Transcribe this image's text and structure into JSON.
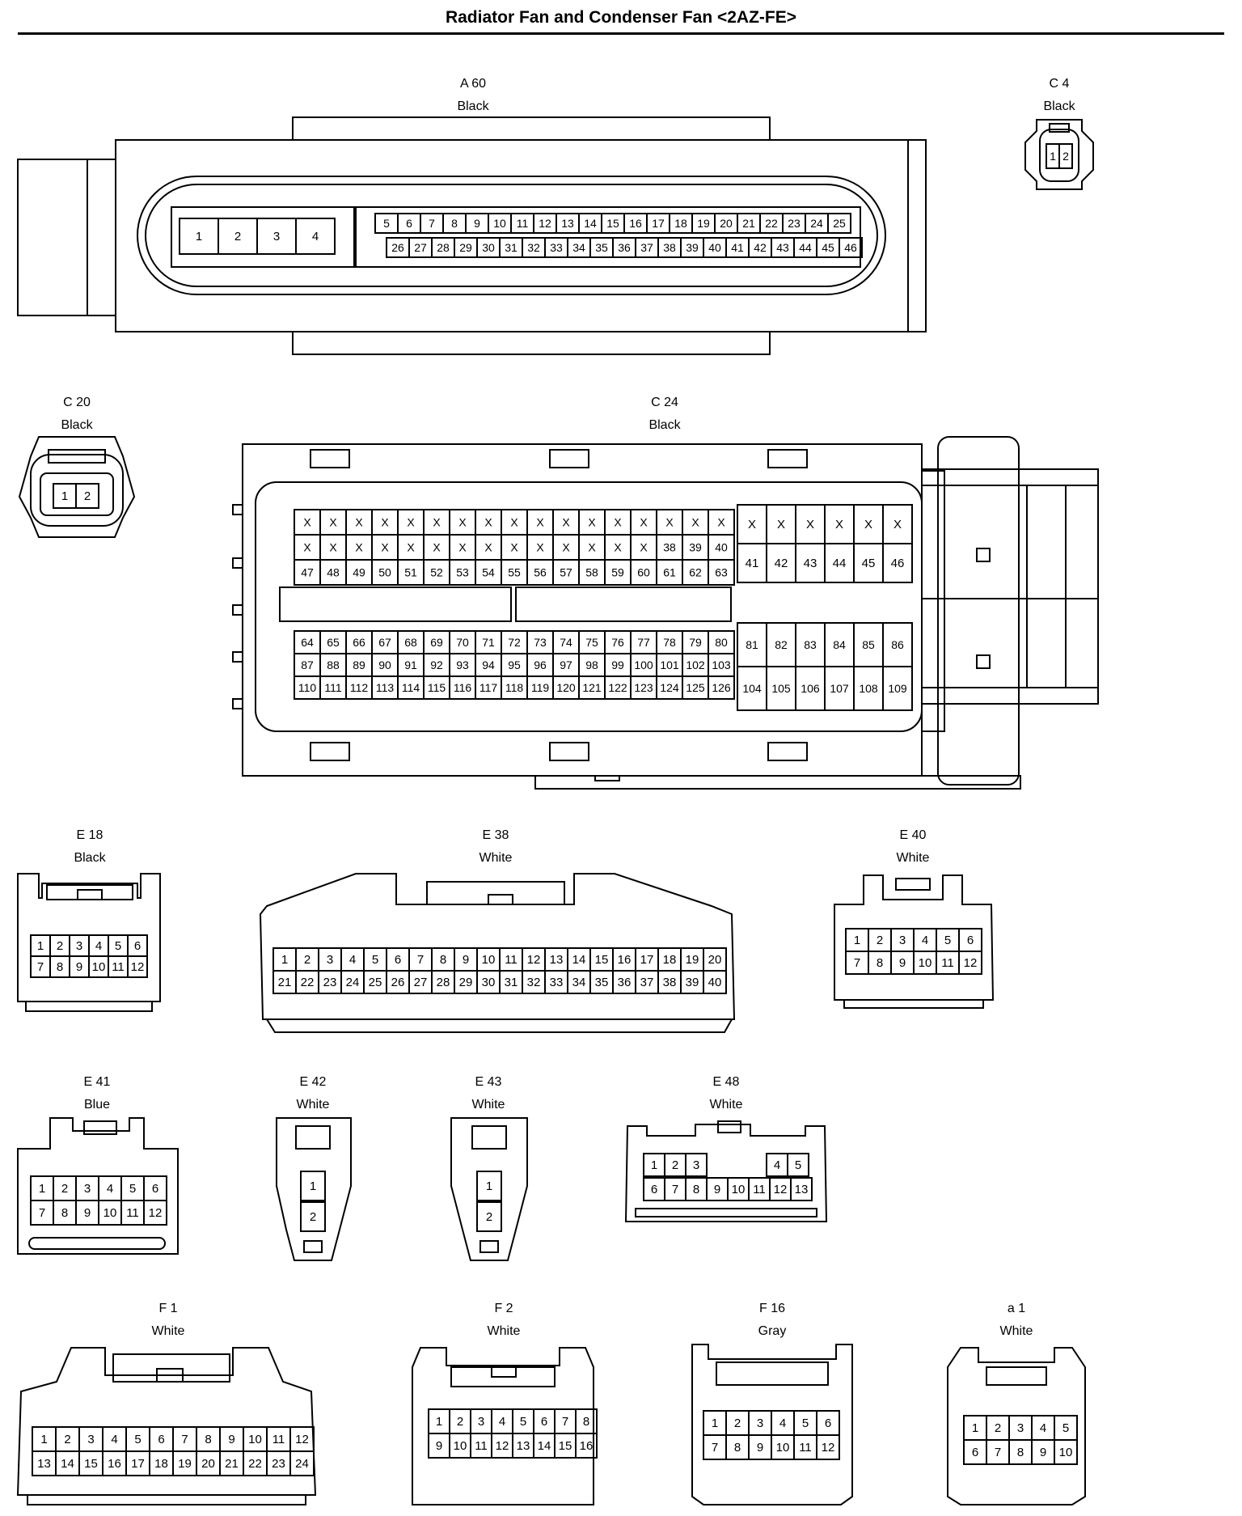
{
  "title": "Radiator Fan and Condenser Fan <2AZ-FE>",
  "connectors": {
    "A60": {
      "code": "A 60",
      "color": "Black",
      "pins_left": [
        "1",
        "2",
        "3",
        "4"
      ],
      "pins_row1": [
        "5",
        "6",
        "7",
        "8",
        "9",
        "10",
        "11",
        "12",
        "13",
        "14",
        "15",
        "16",
        "17",
        "18",
        "19",
        "20",
        "21",
        "22",
        "23",
        "24",
        "25"
      ],
      "pins_row2": [
        "26",
        "27",
        "28",
        "29",
        "30",
        "31",
        "32",
        "33",
        "34",
        "35",
        "36",
        "37",
        "38",
        "39",
        "40",
        "41",
        "42",
        "43",
        "44",
        "45",
        "46"
      ]
    },
    "C4": {
      "code": "C 4",
      "color": "Black",
      "pins": [
        "1",
        "2"
      ]
    },
    "C20": {
      "code": "C 20",
      "color": "Black",
      "pins": [
        "1",
        "2"
      ]
    },
    "C24": {
      "code": "C 24",
      "color": "Black",
      "left_top": [
        [
          "X",
          "X",
          "X",
          "X",
          "X",
          "X",
          "X",
          "X",
          "X",
          "X",
          "X",
          "X",
          "X",
          "X",
          "X",
          "X",
          "X"
        ],
        [
          "X",
          "X",
          "X",
          "X",
          "X",
          "X",
          "X",
          "X",
          "X",
          "X",
          "X",
          "X",
          "X",
          "X",
          "38",
          "39",
          "40"
        ],
        [
          "47",
          "48",
          "49",
          "50",
          "51",
          "52",
          "53",
          "54",
          "55",
          "56",
          "57",
          "58",
          "59",
          "60",
          "61",
          "62",
          "63"
        ]
      ],
      "left_bottom": [
        [
          "64",
          "65",
          "66",
          "67",
          "68",
          "69",
          "70",
          "71",
          "72",
          "73",
          "74",
          "75",
          "76",
          "77",
          "78",
          "79",
          "80"
        ],
        [
          "87",
          "88",
          "89",
          "90",
          "91",
          "92",
          "93",
          "94",
          "95",
          "96",
          "97",
          "98",
          "99",
          "100",
          "101",
          "102",
          "103"
        ],
        [
          "110",
          "111",
          "112",
          "113",
          "114",
          "115",
          "116",
          "117",
          "118",
          "119",
          "120",
          "121",
          "122",
          "123",
          "124",
          "125",
          "126"
        ]
      ],
      "right_top": [
        [
          "X",
          "X",
          "X",
          "X",
          "X",
          "X"
        ],
        [
          "41",
          "42",
          "43",
          "44",
          "45",
          "46"
        ]
      ],
      "right_bottom": [
        [
          "81",
          "82",
          "83",
          "84",
          "85",
          "86"
        ],
        [
          "104",
          "105",
          "106",
          "107",
          "108",
          "109"
        ]
      ]
    },
    "E18": {
      "code": "E 18",
      "color": "Black",
      "rows": [
        [
          "1",
          "2",
          "3",
          "4",
          "5",
          "6"
        ],
        [
          "7",
          "8",
          "9",
          "10",
          "11",
          "12"
        ]
      ]
    },
    "E38": {
      "code": "E 38",
      "color": "White",
      "rows": [
        [
          "1",
          "2",
          "3",
          "4",
          "5",
          "6",
          "7",
          "8",
          "9",
          "10",
          "11",
          "12",
          "13",
          "14",
          "15",
          "16",
          "17",
          "18",
          "19",
          "20"
        ],
        [
          "21",
          "22",
          "23",
          "24",
          "25",
          "26",
          "27",
          "28",
          "29",
          "30",
          "31",
          "32",
          "33",
          "34",
          "35",
          "36",
          "37",
          "38",
          "39",
          "40"
        ]
      ]
    },
    "E40": {
      "code": "E 40",
      "color": "White",
      "rows": [
        [
          "1",
          "2",
          "3",
          "4",
          "5",
          "6"
        ],
        [
          "7",
          "8",
          "9",
          "10",
          "11",
          "12"
        ]
      ]
    },
    "E41": {
      "code": "E 41",
      "color": "Blue",
      "rows": [
        [
          "1",
          "2",
          "3",
          "4",
          "5",
          "6"
        ],
        [
          "7",
          "8",
          "9",
          "10",
          "11",
          "12"
        ]
      ]
    },
    "E42": {
      "code": "E 42",
      "color": "White",
      "pins": [
        "1",
        "2"
      ]
    },
    "E43": {
      "code": "E 43",
      "color": "White",
      "pins": [
        "1",
        "2"
      ]
    },
    "E48": {
      "code": "E 48",
      "color": "White",
      "row1_left": [
        "1",
        "2",
        "3"
      ],
      "row1_right": [
        "4",
        "5"
      ],
      "row2": [
        "6",
        "7",
        "8",
        "9",
        "10",
        "11",
        "12",
        "13"
      ]
    },
    "F1": {
      "code": "F 1",
      "color": "White",
      "rows": [
        [
          "1",
          "2",
          "3",
          "4",
          "5",
          "6",
          "7",
          "8",
          "9",
          "10",
          "11",
          "12"
        ],
        [
          "13",
          "14",
          "15",
          "16",
          "17",
          "18",
          "19",
          "20",
          "21",
          "22",
          "23",
          "24"
        ]
      ]
    },
    "F2": {
      "code": "F 2",
      "color": "White",
      "rows": [
        [
          "1",
          "2",
          "3",
          "4",
          "5",
          "6",
          "7",
          "8"
        ],
        [
          "9",
          "10",
          "11",
          "12",
          "13",
          "14",
          "15",
          "16"
        ]
      ]
    },
    "F16": {
      "code": "F 16",
      "color": "Gray",
      "rows": [
        [
          "1",
          "2",
          "3",
          "4",
          "5",
          "6"
        ],
        [
          "7",
          "8",
          "9",
          "10",
          "11",
          "12"
        ]
      ]
    },
    "a1": {
      "code": "a 1",
      "color": "White",
      "rows": [
        [
          "1",
          "2",
          "3",
          "4",
          "5"
        ],
        [
          "6",
          "7",
          "8",
          "9",
          "10"
        ]
      ]
    }
  }
}
